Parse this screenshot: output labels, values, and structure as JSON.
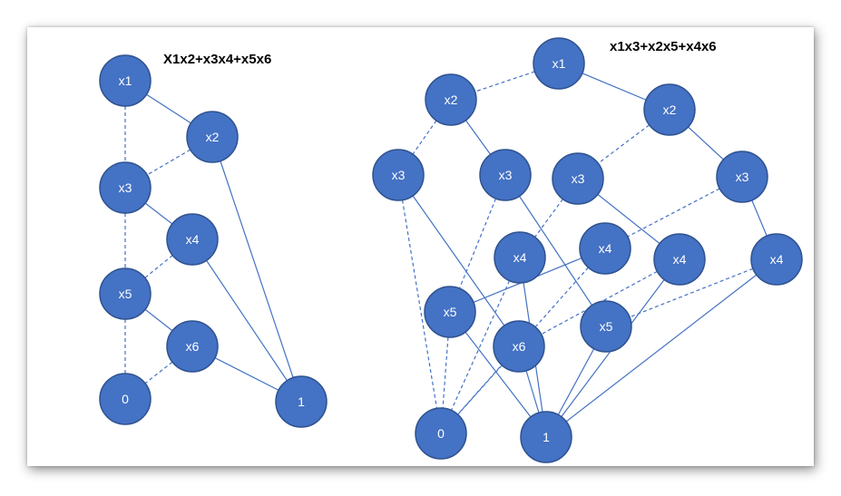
{
  "diagrams": [
    {
      "title": "X1x2+x3x4+x5x6",
      "nodes": [
        {
          "id": "a_x1",
          "label": "x1"
        },
        {
          "id": "a_x2",
          "label": "x2"
        },
        {
          "id": "a_x3",
          "label": "x3"
        },
        {
          "id": "a_x4",
          "label": "x4"
        },
        {
          "id": "a_x5",
          "label": "x5"
        },
        {
          "id": "a_x6",
          "label": "x6"
        },
        {
          "id": "a_0",
          "label": "0"
        },
        {
          "id": "a_1",
          "label": "1"
        }
      ],
      "edges": [
        {
          "from": "a_x1",
          "to": "a_x2",
          "style": "solid"
        },
        {
          "from": "a_x1",
          "to": "a_x3",
          "style": "dashed"
        },
        {
          "from": "a_x2",
          "to": "a_x3",
          "style": "dashed"
        },
        {
          "from": "a_x2",
          "to": "a_1",
          "style": "solid"
        },
        {
          "from": "a_x3",
          "to": "a_x4",
          "style": "solid"
        },
        {
          "from": "a_x3",
          "to": "a_x5",
          "style": "dashed"
        },
        {
          "from": "a_x4",
          "to": "a_x5",
          "style": "dashed"
        },
        {
          "from": "a_x4",
          "to": "a_1",
          "style": "solid"
        },
        {
          "from": "a_x5",
          "to": "a_x6",
          "style": "solid"
        },
        {
          "from": "a_x5",
          "to": "a_0",
          "style": "dashed"
        },
        {
          "from": "a_x6",
          "to": "a_0",
          "style": "dashed"
        },
        {
          "from": "a_x6",
          "to": "a_1",
          "style": "solid"
        }
      ]
    },
    {
      "title": "x1x3+x2x5+x4x6",
      "nodes": [
        {
          "id": "b_x1",
          "label": "x1"
        },
        {
          "id": "b_x2a",
          "label": "x2"
        },
        {
          "id": "b_x2b",
          "label": "x2"
        },
        {
          "id": "b_x3a",
          "label": "x3"
        },
        {
          "id": "b_x3b",
          "label": "x3"
        },
        {
          "id": "b_x3c",
          "label": "x3"
        },
        {
          "id": "b_x3d",
          "label": "x3"
        },
        {
          "id": "b_x4a",
          "label": "x4"
        },
        {
          "id": "b_x4b",
          "label": "x4"
        },
        {
          "id": "b_x4c",
          "label": "x4"
        },
        {
          "id": "b_x4d",
          "label": "x4"
        },
        {
          "id": "b_x5a",
          "label": "x5"
        },
        {
          "id": "b_x5b",
          "label": "x5"
        },
        {
          "id": "b_x6",
          "label": "x6"
        },
        {
          "id": "b_0",
          "label": "0"
        },
        {
          "id": "b_1",
          "label": "1"
        }
      ],
      "edges": [
        {
          "from": "b_x1",
          "to": "b_x2a",
          "style": "dashed"
        },
        {
          "from": "b_x1",
          "to": "b_x2b",
          "style": "solid"
        },
        {
          "from": "b_x2a",
          "to": "b_x3a",
          "style": "dashed"
        },
        {
          "from": "b_x2a",
          "to": "b_x3b",
          "style": "solid"
        },
        {
          "from": "b_x2b",
          "to": "b_x3c",
          "style": "dashed"
        },
        {
          "from": "b_x2b",
          "to": "b_x3d",
          "style": "solid"
        },
        {
          "from": "b_x3a",
          "to": "b_0",
          "style": "dashed"
        },
        {
          "from": "b_x3a",
          "to": "b_x6",
          "style": "solid"
        },
        {
          "from": "b_x3b",
          "to": "b_x5a",
          "style": "dashed"
        },
        {
          "from": "b_x3b",
          "to": "b_x5b",
          "style": "solid"
        },
        {
          "from": "b_x3c",
          "to": "b_x4a",
          "style": "dashed"
        },
        {
          "from": "b_x3c",
          "to": "b_x4c",
          "style": "solid"
        },
        {
          "from": "b_x3d",
          "to": "b_x4b",
          "style": "dashed"
        },
        {
          "from": "b_x3d",
          "to": "b_x4d",
          "style": "solid"
        },
        {
          "from": "b_x4a",
          "to": "b_0",
          "style": "dashed"
        },
        {
          "from": "b_x4a",
          "to": "b_1",
          "style": "solid"
        },
        {
          "from": "b_x4b",
          "to": "b_x5a",
          "style": "solid"
        },
        {
          "from": "b_x4b",
          "to": "b_0",
          "style": "dashed"
        },
        {
          "from": "b_x4c",
          "to": "b_x6",
          "style": "dashed"
        },
        {
          "from": "b_x4c",
          "to": "b_1",
          "style": "solid"
        },
        {
          "from": "b_x4d",
          "to": "b_x5b",
          "style": "dashed"
        },
        {
          "from": "b_x4d",
          "to": "b_1",
          "style": "solid"
        },
        {
          "from": "b_x5a",
          "to": "b_1",
          "style": "solid"
        },
        {
          "from": "b_x5a",
          "to": "b_0",
          "style": "dashed"
        },
        {
          "from": "b_x5b",
          "to": "b_1",
          "style": "solid"
        },
        {
          "from": "b_x6",
          "to": "b_1",
          "style": "solid"
        },
        {
          "from": "b_x6",
          "to": "b_0",
          "style": "dashed"
        }
      ]
    }
  ]
}
